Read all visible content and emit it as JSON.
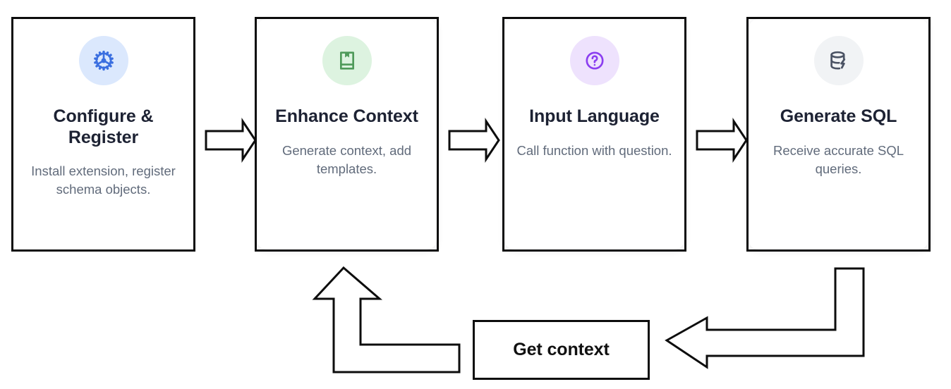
{
  "diagram": {
    "title_text": "",
    "background_color": "#ffffff",
    "stroke_color": "#0d0d0d",
    "title_color": "#1d2233",
    "desc_color": "#616b7b"
  },
  "steps": [
    {
      "title": "Configure & Register",
      "description": "Install extension, register schema objects.",
      "icon": "gear-icon",
      "icon_color": "#3b6fe0",
      "badge_color": "#dbe8fd",
      "rounded": false
    },
    {
      "title": "Enhance Context",
      "description": "Generate context, add templates.",
      "icon": "book-bookmark-icon",
      "icon_color": "#4f9a5a",
      "badge_color": "#ddf3e0",
      "rounded": true
    },
    {
      "title": "Input Language",
      "description": "Call function with question.",
      "icon": "question-circle-icon",
      "icon_color": "#8b3ef0",
      "badge_color": "#eee2fd",
      "rounded": true
    },
    {
      "title": "Generate SQL",
      "description": "Receive accurate SQL queries.",
      "icon": "database-bolt-icon",
      "icon_color": "#4a5263",
      "badge_color": "#f1f3f5",
      "rounded": true
    }
  ],
  "connectors": [
    {
      "name": "arrow-step1-to-step2",
      "direction": "right"
    },
    {
      "name": "arrow-step2-to-step3",
      "direction": "right"
    },
    {
      "name": "arrow-step3-to-step4",
      "direction": "right"
    },
    {
      "name": "arrow-feedback-up-to-step2",
      "direction": "up-left-elbow"
    },
    {
      "name": "arrow-step4-down-to-get-context",
      "direction": "down-left-elbow"
    }
  ],
  "feedback": {
    "label": "Get context"
  }
}
